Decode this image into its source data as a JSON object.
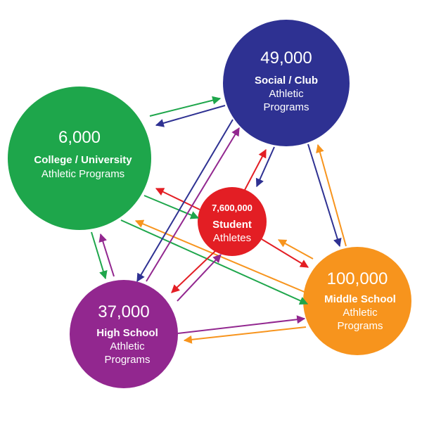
{
  "colors": {
    "college": "#1ea64b",
    "social": "#2e3192",
    "student": "#e31e24",
    "high_school": "#92278f",
    "middle_school": "#f7941d"
  },
  "nodes": {
    "social": {
      "number": "49,000",
      "title": "Social / Club",
      "line1": "Athletic",
      "line2": "Programs"
    },
    "college": {
      "number": "6,000",
      "title": "College / University",
      "line1": "Athletic Programs"
    },
    "student": {
      "number": "7,600,000",
      "title": "Student",
      "line1": "Athletes"
    },
    "high_school": {
      "number": "37,000",
      "title": "High School",
      "line1": "Athletic",
      "line2": "Programs"
    },
    "middle_school": {
      "number": "100,000",
      "title": "Middle School",
      "line1": "Athletic",
      "line2": "Programs"
    }
  }
}
